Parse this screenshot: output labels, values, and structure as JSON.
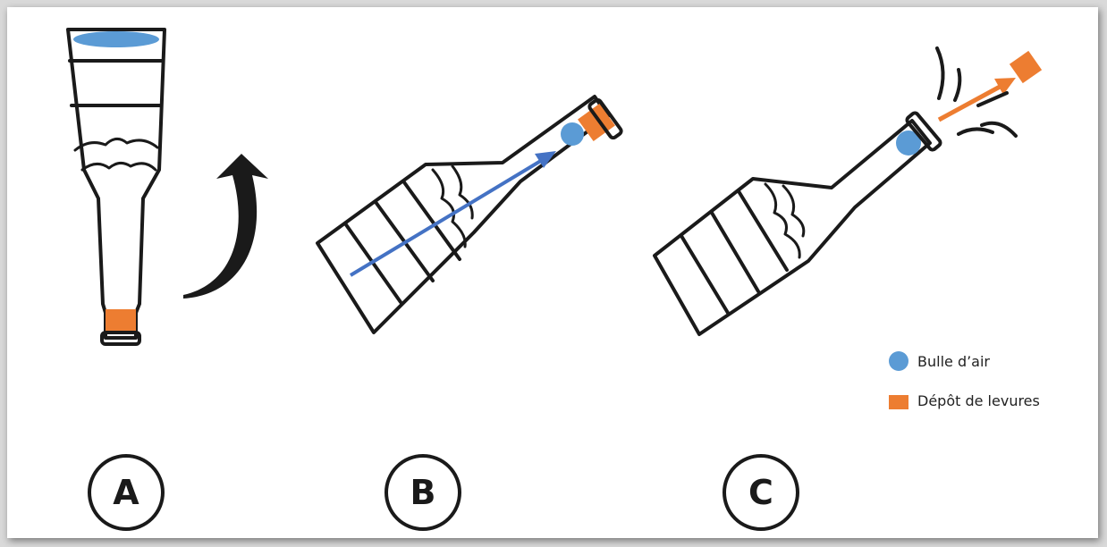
{
  "steps": [
    {
      "label": "A"
    },
    {
      "label": "B"
    },
    {
      "label": "C"
    }
  ],
  "legend": {
    "air_bubble": {
      "label": "Bulle d’air",
      "color": "#5b9bd5"
    },
    "yeast_deposit": {
      "label": "Dépôt de levures",
      "color": "#ed7d31"
    }
  },
  "colors": {
    "arrow_blue": "#4472c4",
    "arrow_orange": "#ed7d31",
    "outline": "#1a1a1a"
  }
}
